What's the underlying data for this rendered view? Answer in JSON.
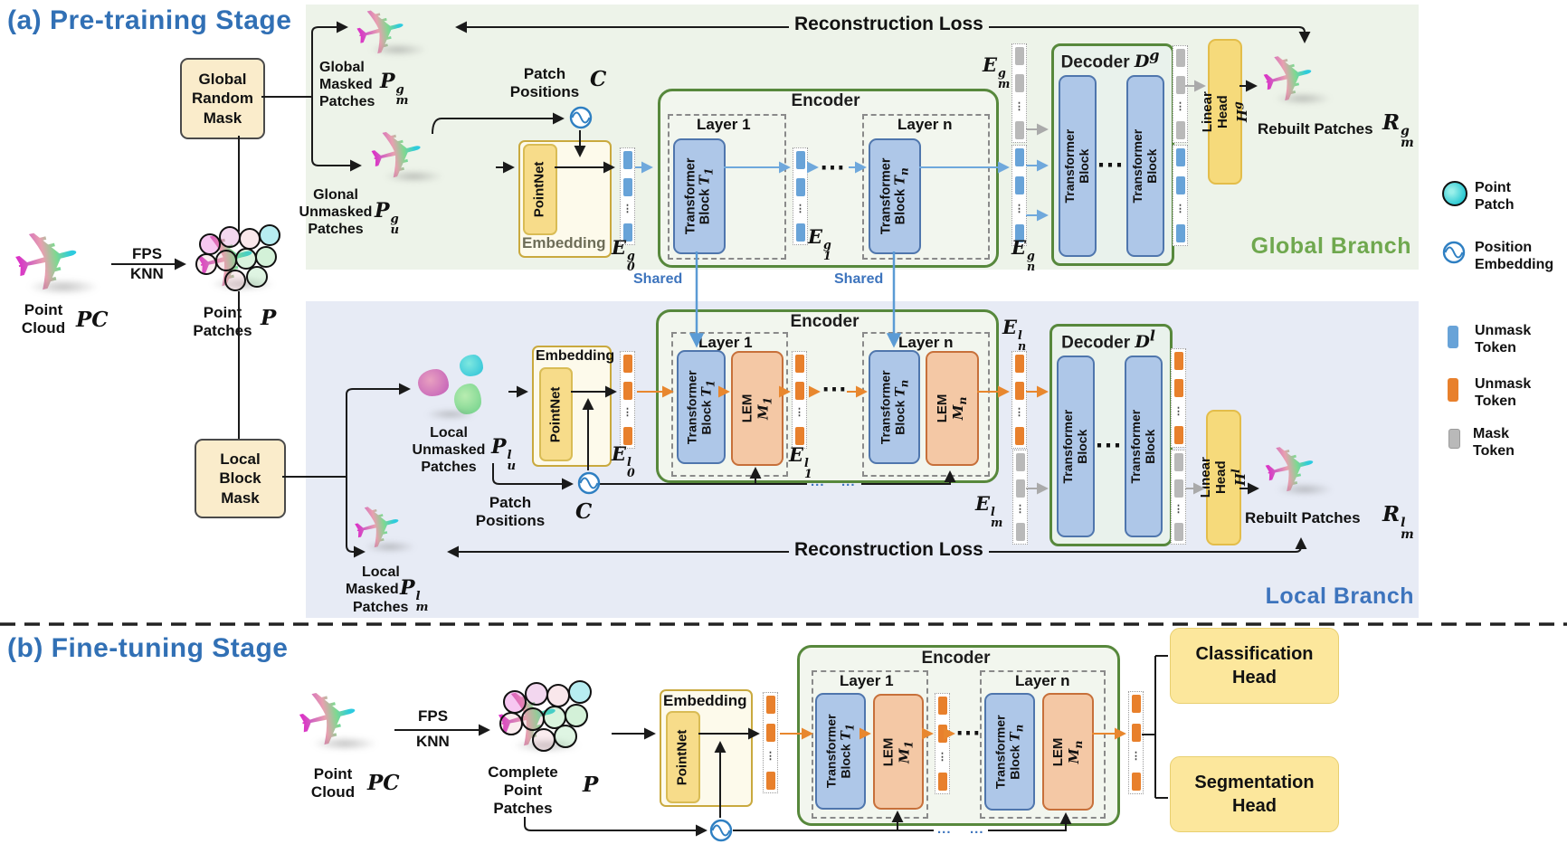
{
  "colors": {
    "title_blue": "#3170b5",
    "global_branch_green": "#6fa84e",
    "local_branch_blue": "#3d74bd",
    "green_panel_bg": "#edf3e9",
    "blue_panel_bg": "#e7ebf5",
    "encoder_border_green": "#57883c",
    "transformer_block_bg": "#aec7e8",
    "lem_block_bg": "#f4c8a5",
    "mask_box_bg": "#faeccb",
    "pointnet_bg": "#f7dc8a",
    "linear_head_bg": "#f6da7b",
    "head_box_bg": "#fce79c",
    "unmask_token_blue": "#68a3d8",
    "unmask_token_orange": "#e8802c",
    "mask_token_gray": "#b9b9b9"
  },
  "icons": {
    "airplane": "✈"
  },
  "common": {
    "encoder": "Encoder",
    "decoder": "Decoder",
    "layer1": "Layer 1",
    "layern": "Layer n",
    "transformer_block": "Transformer Block",
    "lem": "LEM",
    "embedding": "Embedding",
    "pointnet": "PointNet",
    "linear_head": "Linear Head",
    "rebuilt_patches": "Rebuilt Patches",
    "reconstruction_loss": "Reconstruction Loss",
    "shared": "Shared",
    "fps": "FPS",
    "knn": "KNN",
    "patch_positions": "Patch\nPositions",
    "point_cloud": "Point\nCloud",
    "hdots": "⋯",
    "bdots": "...",
    "vdots": "⋮"
  },
  "math": {
    "pc": "PC",
    "p": "P",
    "c": "C",
    "pgm": {
      "b": "P",
      "s": "g",
      "i": "m"
    },
    "pgu": {
      "b": "P",
      "s": "g",
      "i": "u"
    },
    "plu": {
      "b": "P",
      "s": "l",
      "i": "u"
    },
    "plm": {
      "b": "P",
      "s": "l",
      "i": "m"
    },
    "e0g": {
      "b": "E",
      "s": "g",
      "i": "0"
    },
    "e1g": {
      "b": "E",
      "s": "g",
      "i": "1"
    },
    "eng": {
      "b": "E",
      "s": "g",
      "i": "n"
    },
    "emg": {
      "b": "E",
      "s": "g",
      "i": "m"
    },
    "e0l": {
      "b": "E",
      "s": "l",
      "i": "0"
    },
    "e1l": {
      "b": "E",
      "s": "l",
      "i": "1"
    },
    "enl": {
      "b": "E",
      "s": "l",
      "i": "n"
    },
    "eml": {
      "b": "E",
      "s": "l",
      "i": "m"
    },
    "t1": {
      "b": "T",
      "s": "",
      "i": "1"
    },
    "tn": {
      "b": "T",
      "s": "",
      "i": "n"
    },
    "m1": {
      "b": "M",
      "s": "",
      "i": "1"
    },
    "mn": {
      "b": "M",
      "s": "",
      "i": "n"
    },
    "dg": {
      "b": "D",
      "s": "g",
      "i": ""
    },
    "dl": {
      "b": "D",
      "s": "l",
      "i": ""
    },
    "hg": {
      "b": "H",
      "s": "g",
      "i": ""
    },
    "hl": {
      "b": "H",
      "s": "l",
      "i": ""
    },
    "rgm": {
      "b": "R",
      "s": "g",
      "i": "m"
    },
    "rlm": {
      "b": "R",
      "s": "l",
      "i": "m"
    }
  },
  "stage_a": {
    "title": "(a) Pre-training Stage",
    "global_random_mask": "Global\nRandom\nMask",
    "local_block_mask": "Local\nBlock\nMask",
    "point_patches": "Point\nPatches",
    "global_masked": "Global\nMasked\nPatches",
    "global_unmasked": "Glonal\nUnmasked\nPatches",
    "local_unmasked": "Local\nUnmasked\nPatches",
    "local_masked_1": "Local",
    "local_masked_2": "Masked",
    "local_masked_3": "Patches",
    "global_branch": "Global Branch",
    "local_branch": "Local Branch"
  },
  "stage_b": {
    "title": "(b) Fine-tuning Stage",
    "complete_patches": "Complete\nPoint\nPatches",
    "classification_head": "Classification\nHead",
    "segmentation_head": "Segmentation\nHead"
  },
  "legend": {
    "items": [
      {
        "label": "Point\nPatch"
      },
      {
        "label": "Position\nEmbedding"
      },
      {
        "label": "Unmask\nToken"
      },
      {
        "label": "Unmask\nToken"
      },
      {
        "label": "Mask\nToken"
      }
    ]
  }
}
